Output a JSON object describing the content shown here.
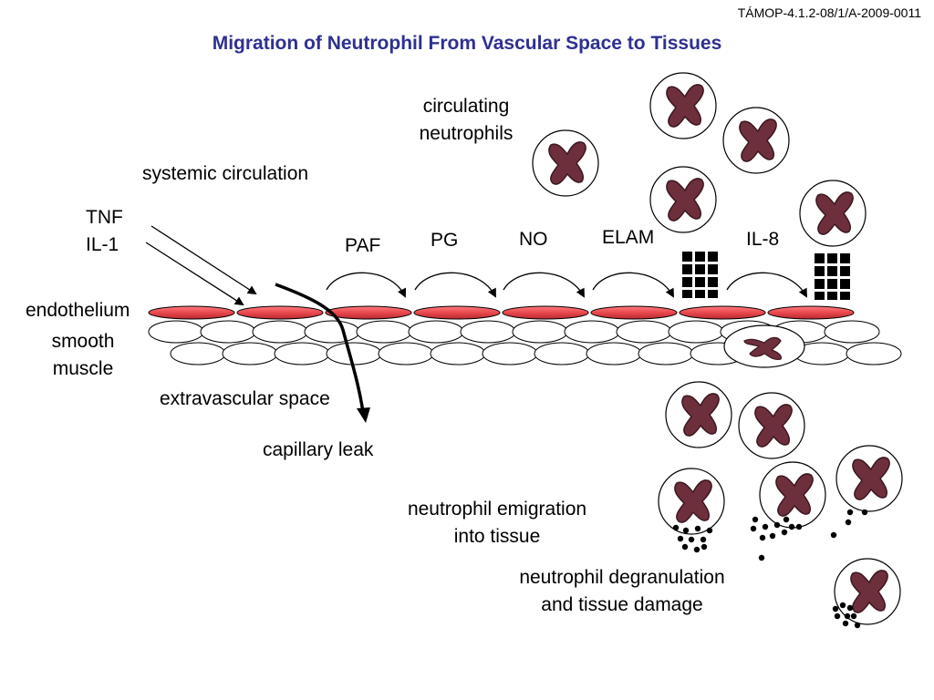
{
  "header": {
    "code": "TÁMOP-4.1.2-08/1/A-2009-0011",
    "title": "Migration of Neutrophil From Vascular Space to Tissues"
  },
  "labels": {
    "circulating": "circulating\nneutrophils",
    "systemic": "systemic circulation",
    "tnf": "TNF",
    "il1": "IL-1",
    "endothelium": "endothelium",
    "smooth_muscle": "smooth\nmuscle",
    "extravascular": "extravascular space",
    "capillary_leak": "capillary leak",
    "emigration": "neutrophil emigration\ninto tissue",
    "degranulation": "neutrophil degranulation\nand tissue damage"
  },
  "mediators": [
    "PAF",
    "PG",
    "NO",
    "ELAM",
    "IL-8"
  ],
  "colors": {
    "title": "#2e3092",
    "endothelium": "#e8484e",
    "neutrophil_nucleus": "#6e2f3c"
  }
}
